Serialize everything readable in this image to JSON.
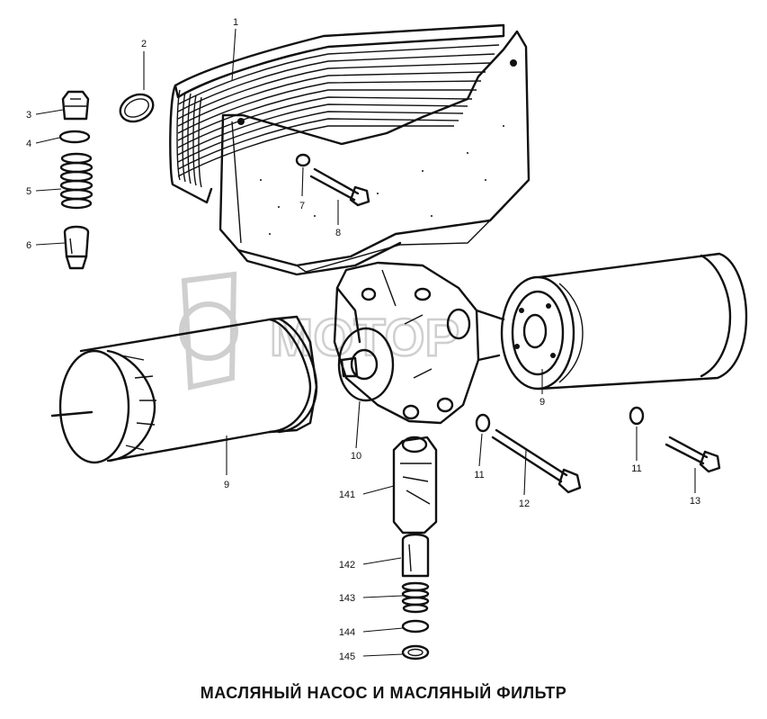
{
  "caption": "МАСЛЯНЫЙ НАСОС И МАСЛЯНЫЙ ФИЛЬТР",
  "watermark": "МОТОР",
  "callouts": {
    "c1": "1",
    "c2": "2",
    "c3": "3",
    "c4": "4",
    "c5": "5",
    "c6": "6",
    "c7": "7",
    "c8": "8",
    "c9a": "9",
    "c9b": "9",
    "c10": "10",
    "c11a": "11",
    "c11b": "11",
    "c12": "12",
    "c13": "13",
    "c141": "141",
    "c142": "142",
    "c143": "143",
    "c144": "144",
    "c145": "145"
  }
}
